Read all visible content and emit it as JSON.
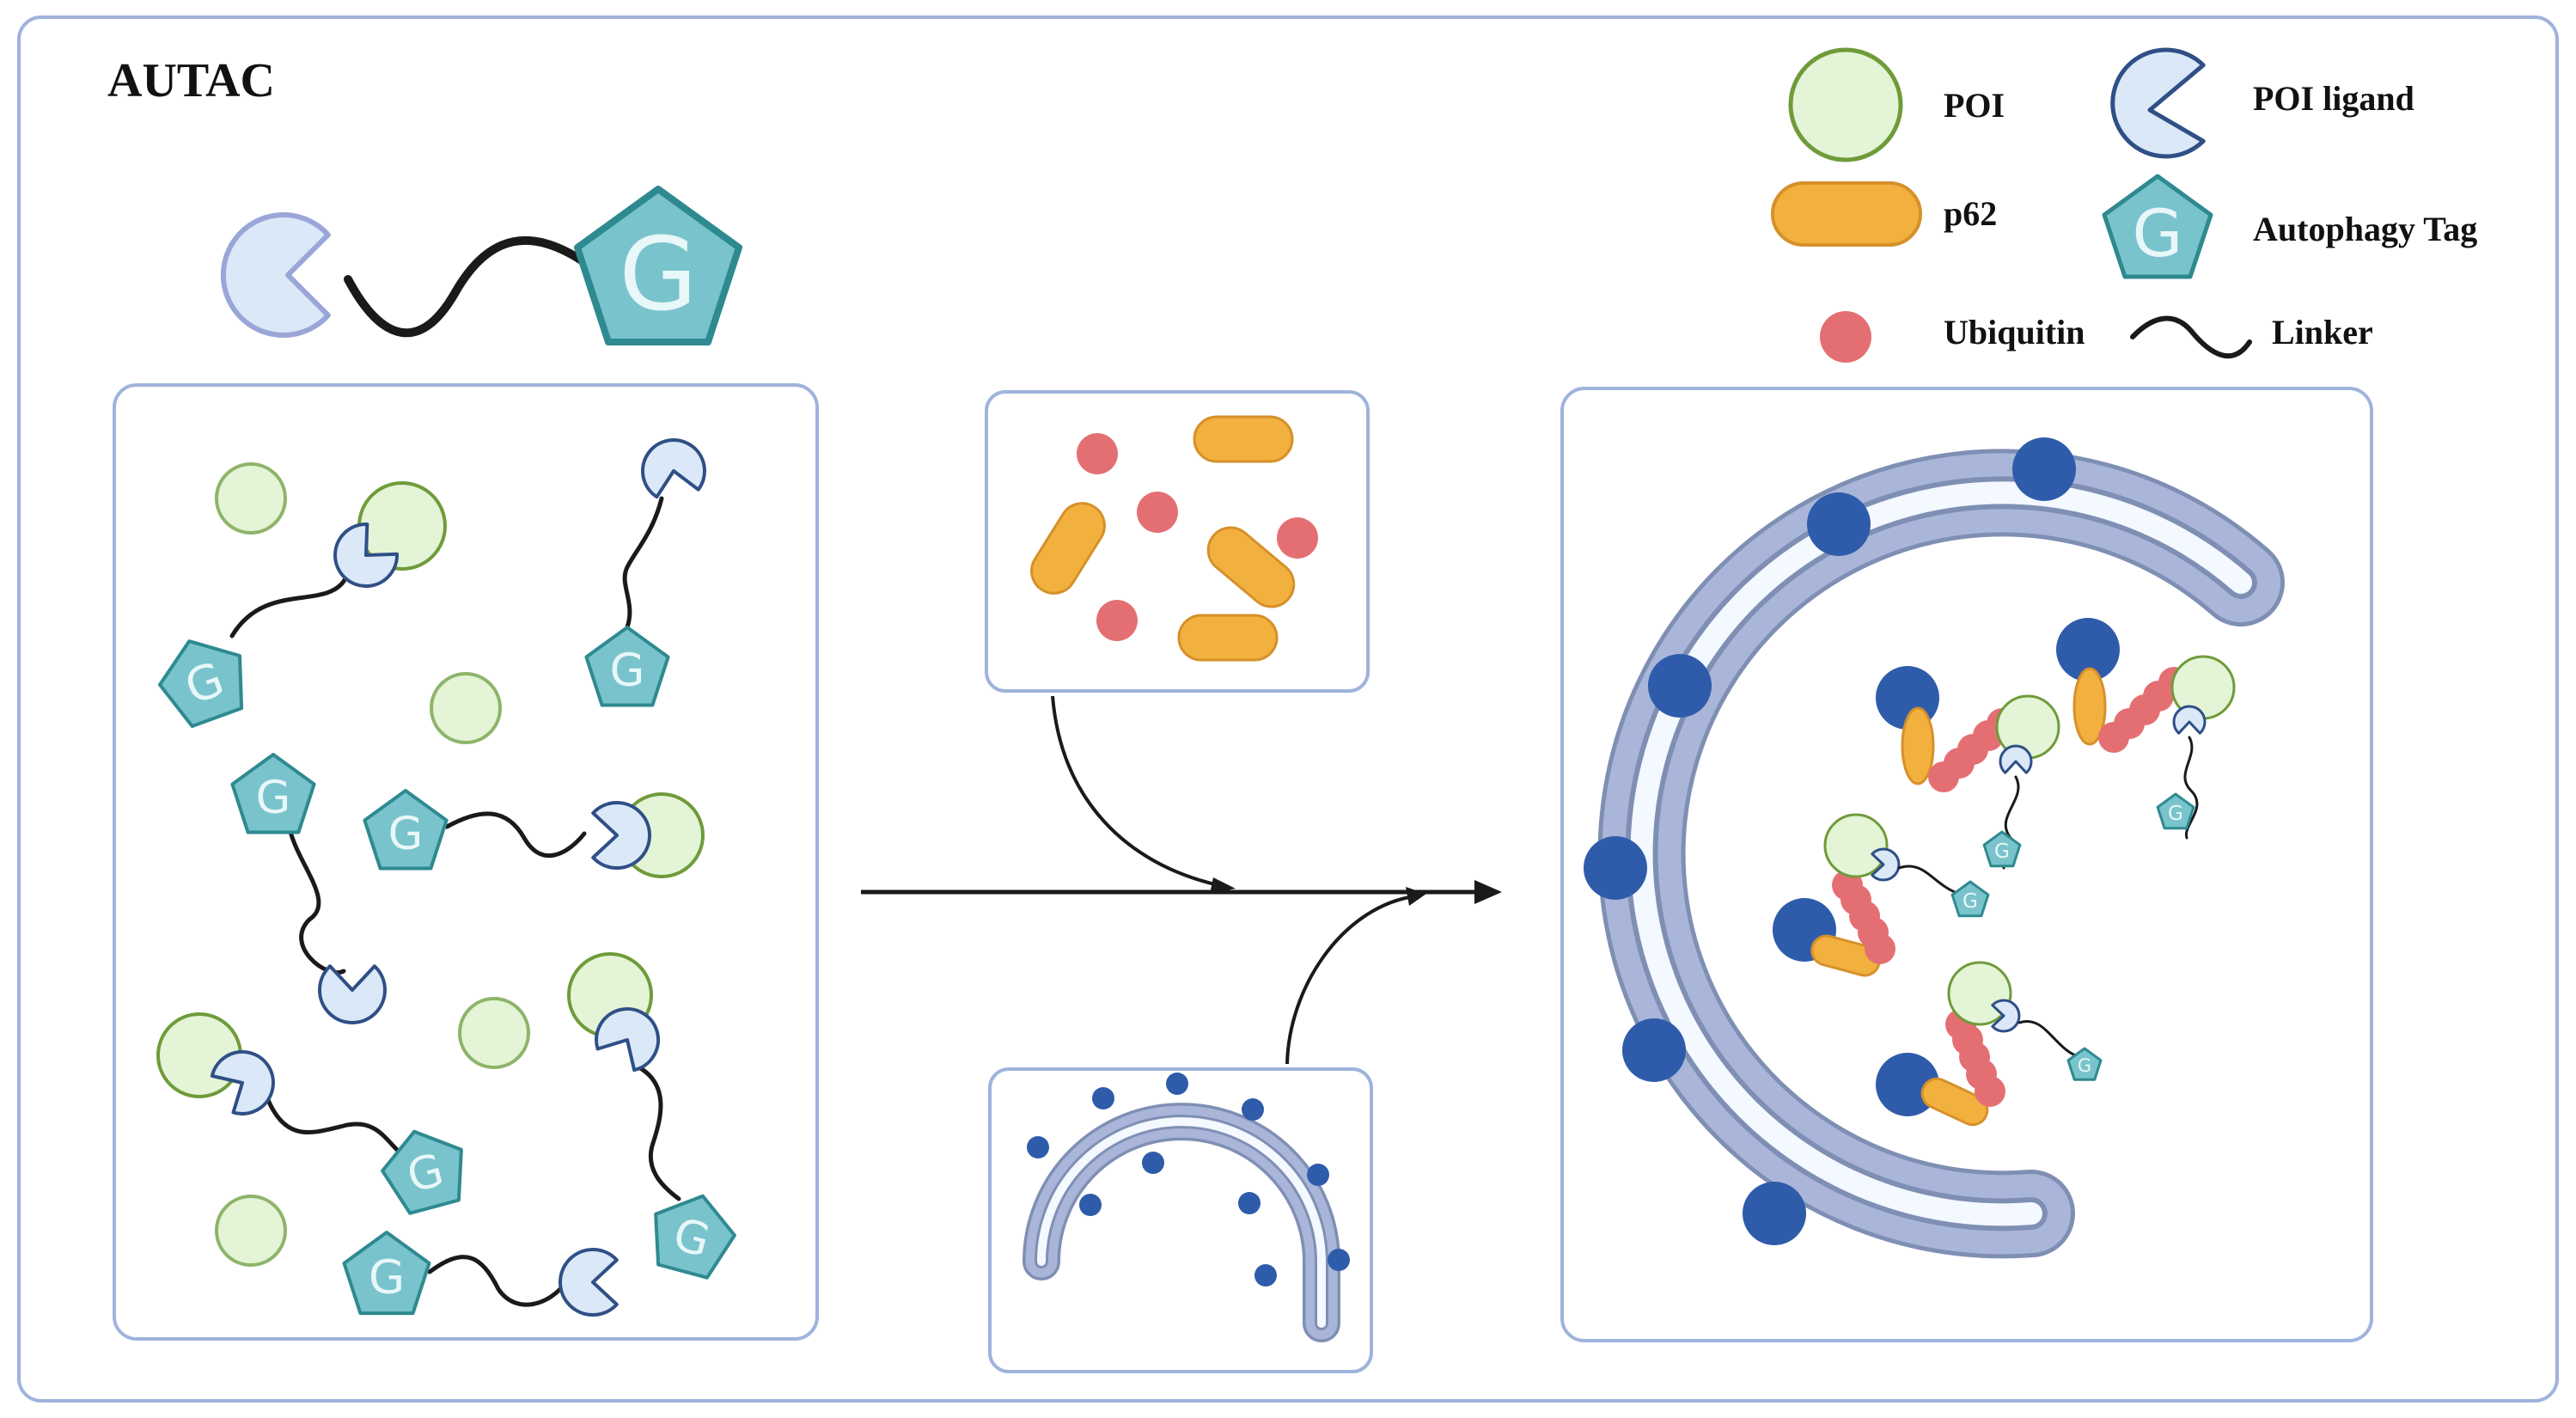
{
  "title": "AUTAC",
  "legend": {
    "poi": "POI",
    "poi_ligand": "POI ligand",
    "p62": "p62",
    "autophagy_tag": "Autophagy Tag",
    "ubiquitin": "Ubiquitin",
    "linker": "Linker"
  },
  "tag_letter": "G",
  "colors": {
    "frame": "#9fb3dc",
    "poi_fill": "#e4f4d6",
    "poi_stroke": "#6f9b3a",
    "ligand_fill": "#dae8f7",
    "ligand_stroke": "#2f4f86",
    "ligand_big_stroke": "#9aa6d8",
    "tag_fill": "#79c3cc",
    "tag_stroke": "#2e8a90",
    "tag_letter": "#e8f7f8",
    "p62_fill": "#f2b13f",
    "p62_stroke": "#d6902a",
    "ubiquitin": "#e46f72",
    "membrane": "#a9b6d9",
    "membrane_edge": "#7f8fb4",
    "lumen": "#f4f8ff",
    "lc3": "#2e5caa",
    "linker": "#1a1a1a"
  }
}
